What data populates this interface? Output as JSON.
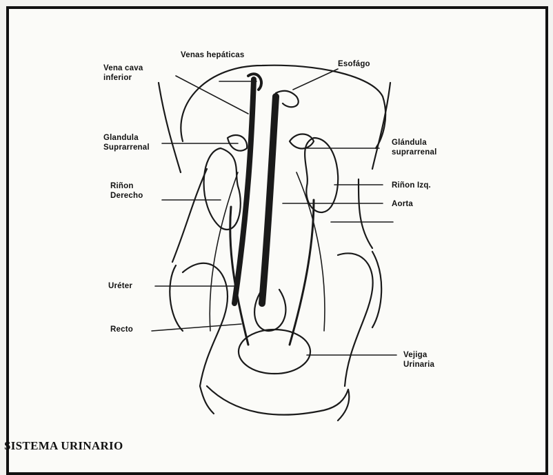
{
  "labels": {
    "vena_cava": "Vena cava\ninferior",
    "venas_hepaticas": "Venas hepáticas",
    "esofago": "Esofágo",
    "glandula_der": "Glandula\nSuprarrenal",
    "glandula_izq": "Glándula\nsuprarrenal",
    "rinon_der": "Riñon\nDerecho",
    "rinon_izq": "Riñon Izq.",
    "aorta": "Aorta",
    "ureter": "Uréter",
    "recto": "Recto",
    "vejiga": "Vejiga\nUrinaria"
  },
  "caption": "SISTEMA URINARIO"
}
